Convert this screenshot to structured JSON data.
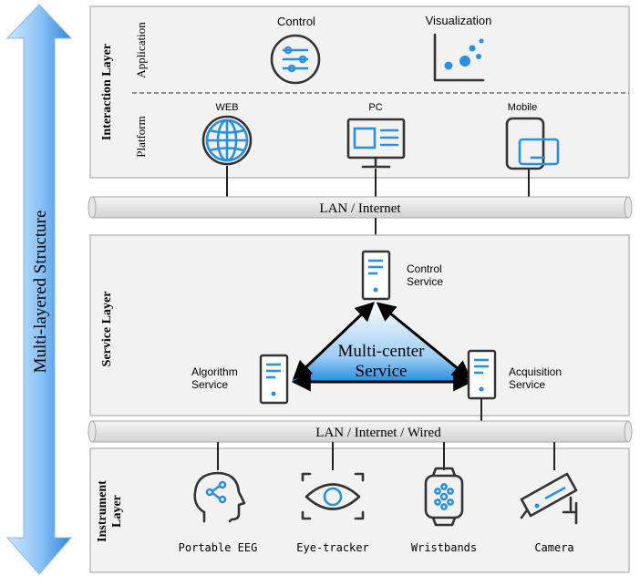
{
  "side_label": "Multi-layered Structure",
  "interaction_layer": {
    "title": "Interaction Layer",
    "application_label": "Application",
    "platform_label": "Platform",
    "apps": [
      "Control",
      "Visualization"
    ],
    "platforms": [
      "WEB",
      "PC",
      "Mobile"
    ]
  },
  "network_top": "LAN / Internet",
  "service_layer": {
    "title": "Service Layer",
    "center_line1": "Multi-center",
    "center_line2": "Service",
    "control_line1": "Control",
    "control_line2": "Service",
    "algorithm_line1": "Algorithm",
    "algorithm_line2": "Service",
    "acquisition_line1": "Acquisition",
    "acquisition_line2": "Service"
  },
  "network_bottom": "LAN / Internet / Wired",
  "instrument_layer": {
    "title_line1": "Instrument",
    "title_line2": "Layer",
    "devices": [
      "Portable EEG",
      "Eye-tracker",
      "Wristbands",
      "Camera"
    ]
  },
  "colors": {
    "accent": "#2b8fe0",
    "panel_bg": "#f2f2f2",
    "arrow_light": "#d8ecff"
  }
}
